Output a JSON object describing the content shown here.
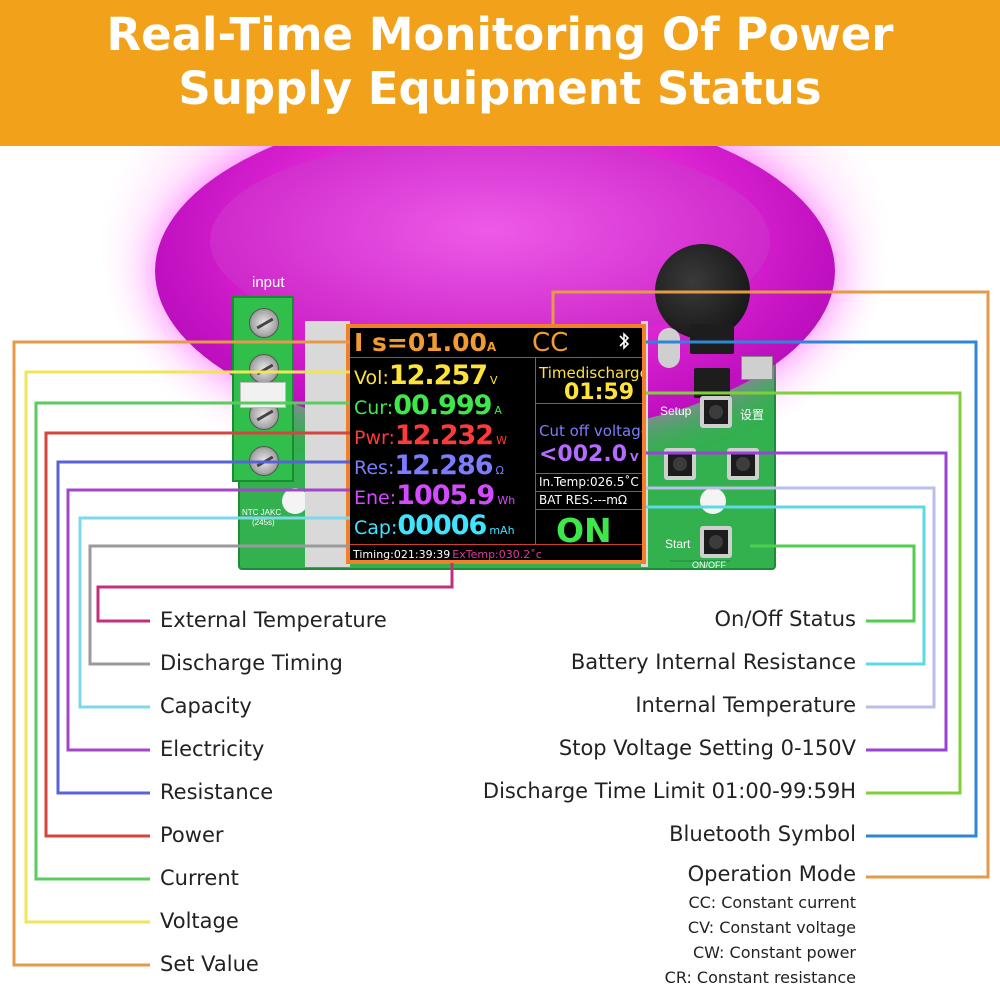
{
  "banner": {
    "line1": "Real-Time Monitoring Of Power",
    "line2": "Supply Equipment Status",
    "color": "#f2a21a"
  },
  "board": {
    "input_label": "input",
    "setup_label": "Setup",
    "setup_cn": "设置",
    "start_label": "Start",
    "onoff_label": "ON/OFF",
    "ntc_label": "NTC  JAKC",
    "ntc_sub": "(245s)"
  },
  "screen": {
    "set_prefix": "I s=",
    "set_value": "01.00",
    "set_unit": "A",
    "mode": "CC",
    "bluetooth_icon": "bluetooth-icon",
    "readings": [
      {
        "label": "Vol",
        "value": "12.257",
        "unit": "V",
        "color": "#ffe33b"
      },
      {
        "label": "Cur",
        "value": "00.999",
        "unit": "A",
        "color": "#3ee84a"
      },
      {
        "label": "Pwr",
        "value": "12.232",
        "unit": "W",
        "color": "#ff3a3a"
      },
      {
        "label": "Res",
        "value": "12.286",
        "unit": "Ω",
        "color": "#7c7cff"
      },
      {
        "label": "Ene",
        "value": "1005.9",
        "unit": "Wh",
        "color": "#d24bff"
      },
      {
        "label": "Cap",
        "value": "00006",
        "unit": "mAh",
        "color": "#41e4ff"
      }
    ],
    "timed_label": "Timedischarge",
    "timed_value": "01:59",
    "cutoff_label": "Cut off voltage",
    "cutoff_value": "<002.0",
    "cutoff_unit": "V",
    "in_temp": "In.Temp:026.5˚C",
    "bat_res": "BAT RES:---mΩ",
    "onoff": "ON",
    "timing": "Timing:021:39:39",
    "extemp": "ExTemp:030.2˚c"
  },
  "legend_left": [
    {
      "text": "External Temperature",
      "color": "#c32f7a"
    },
    {
      "text": "Discharge Timing",
      "color": "#9a9a9a"
    },
    {
      "text": "Capacity",
      "color": "#7dd8e8"
    },
    {
      "text": "Electricity",
      "color": "#a347c8"
    },
    {
      "text": "Resistance",
      "color": "#5a63d4"
    },
    {
      "text": "Power",
      "color": "#d4453f"
    },
    {
      "text": "Current",
      "color": "#59cc5e"
    },
    {
      "text": "Voltage",
      "color": "#f2e458"
    },
    {
      "text": "Set Value",
      "color": "#e59a4a"
    }
  ],
  "legend_right": [
    {
      "text": "On/Off Status",
      "color": "#4fce4f"
    },
    {
      "text": "Battery Internal Resistance",
      "color": "#5fd8e6"
    },
    {
      "text": "Internal Temperature",
      "color": "#b9bfe9"
    },
    {
      "text": "Stop Voltage Setting 0-150V",
      "color": "#9b42d6"
    },
    {
      "text": "Discharge Time Limit 01:00-99:59H",
      "color": "#7fcf3a"
    },
    {
      "text": "Bluetooth Symbol",
      "color": "#2f86d6"
    },
    {
      "text": "Operation Mode",
      "color": "#e59a4a"
    }
  ],
  "mode_notes": [
    "CC: Constant current",
    "CV: Constant voltage",
    "CW: Constant power",
    "CR: Constant resistance"
  ]
}
